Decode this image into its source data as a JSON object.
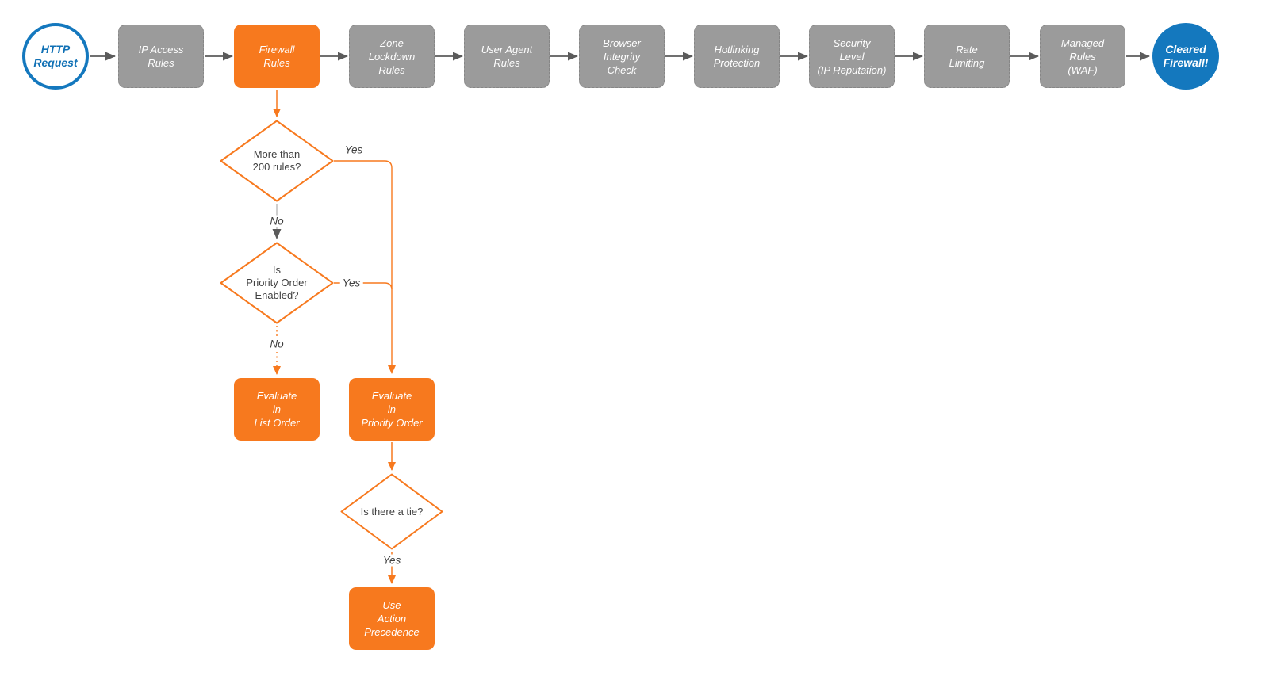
{
  "colors": {
    "orange": "#f7791e",
    "blue": "#1478be",
    "blue_text": "#1171b5",
    "gray_node_fill": "#9b9b9b",
    "gray_node_border": "#868686",
    "flow_arrow": "#5b5b5b",
    "light_gray_line": "#b3b3b3",
    "decision_text": "#414141",
    "node_text": "#ffffff"
  },
  "flow": {
    "start_label": "HTTP\nRequest",
    "stages": [
      {
        "label": "IP Access\nRules"
      },
      {
        "label": "Firewall\nRules"
      },
      {
        "label": "Zone\nLockdown\nRules"
      },
      {
        "label": "User Agent\nRules"
      },
      {
        "label": "Browser\nIntegrity\nCheck"
      },
      {
        "label": "Hotlinking\nProtection"
      },
      {
        "label": "Security\nLevel\n(IP Reputation)"
      },
      {
        "label": "Rate\nLimiting"
      },
      {
        "label": "Managed\nRules\n(WAF)"
      }
    ],
    "end_label": "Cleared\nFirewall!"
  },
  "decisions": {
    "more_than_200_rules": {
      "question": "More than\n200 rules?",
      "yes_label": "Yes",
      "no_label": "No"
    },
    "priority_order_enabled": {
      "question": "Is\nPriority Order\nEnabled?",
      "yes_label": "Yes",
      "no_label": "No"
    },
    "is_there_a_tie": {
      "question": "Is there a tie?",
      "yes_label": "Yes"
    }
  },
  "actions": {
    "list_order": "Evaluate\nin\nList Order",
    "priority_order": "Evaluate\nin\nPriority Order",
    "action_precedence": "Use\nAction\nPrecedence"
  }
}
